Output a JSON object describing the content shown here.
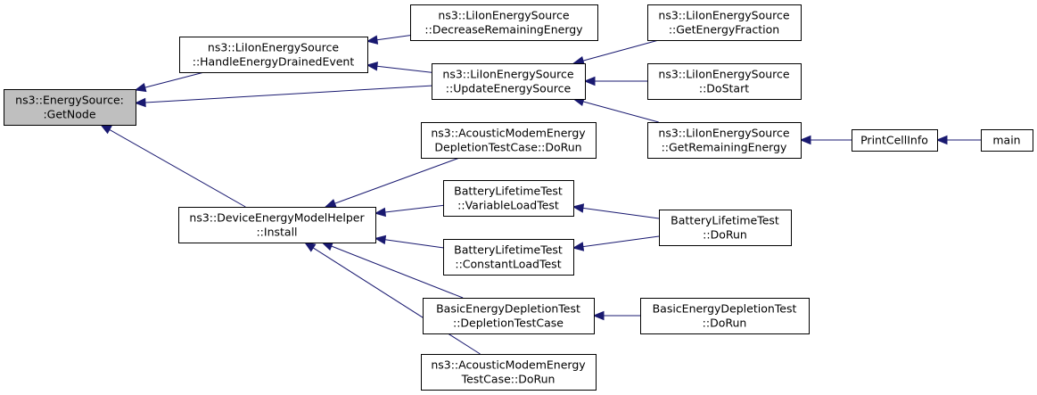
{
  "diagram": {
    "nodes": [
      {
        "id": "getnode",
        "lines": [
          "ns3::EnergySource:",
          ":GetNode"
        ],
        "root": true
      },
      {
        "id": "handle",
        "lines": [
          "ns3::LiIonEnergySource",
          "::HandleEnergyDrainedEvent"
        ]
      },
      {
        "id": "decrease",
        "lines": [
          "ns3::LiIonEnergySource",
          "::DecreaseRemainingEnergy"
        ]
      },
      {
        "id": "update",
        "lines": [
          "ns3::LiIonEnergySource",
          "::UpdateEnergySource"
        ]
      },
      {
        "id": "fraction",
        "lines": [
          "ns3::LiIonEnergySource",
          "::GetEnergyFraction"
        ]
      },
      {
        "id": "dostart",
        "lines": [
          "ns3::LiIonEnergySource",
          "::DoStart"
        ]
      },
      {
        "id": "remaining",
        "lines": [
          "ns3::LiIonEnergySource",
          "::GetRemainingEnergy"
        ]
      },
      {
        "id": "printcell",
        "lines": [
          "PrintCellInfo"
        ]
      },
      {
        "id": "main",
        "lines": [
          "main"
        ]
      },
      {
        "id": "install",
        "lines": [
          "ns3::DeviceEnergyModelHelper",
          "::Install"
        ]
      },
      {
        "id": "acousticdep",
        "lines": [
          "ns3::AcousticModemEnergy",
          "DepletionTestCase::DoRun"
        ]
      },
      {
        "id": "variable",
        "lines": [
          "BatteryLifetimeTest",
          "::VariableLoadTest"
        ]
      },
      {
        "id": "constant",
        "lines": [
          "BatteryLifetimeTest",
          "::ConstantLoadTest"
        ]
      },
      {
        "id": "batterydorun",
        "lines": [
          "BatteryLifetimeTest",
          "::DoRun"
        ]
      },
      {
        "id": "basicdep",
        "lines": [
          "BasicEnergyDepletionTest",
          "::DepletionTestCase"
        ]
      },
      {
        "id": "basicdorun",
        "lines": [
          "BasicEnergyDepletionTest",
          "::DoRun"
        ]
      },
      {
        "id": "acoustictest",
        "lines": [
          "ns3::AcousticModemEnergy",
          "TestCase::DoRun"
        ]
      }
    ],
    "edges": [
      {
        "from": "handle",
        "to": "getnode"
      },
      {
        "from": "update",
        "to": "getnode"
      },
      {
        "from": "install",
        "to": "getnode"
      },
      {
        "from": "decrease",
        "to": "handle"
      },
      {
        "from": "update",
        "to": "handle"
      },
      {
        "from": "fraction",
        "to": "update"
      },
      {
        "from": "dostart",
        "to": "update"
      },
      {
        "from": "remaining",
        "to": "update"
      },
      {
        "from": "printcell",
        "to": "remaining"
      },
      {
        "from": "main",
        "to": "printcell"
      },
      {
        "from": "acousticdep",
        "to": "install"
      },
      {
        "from": "variable",
        "to": "install"
      },
      {
        "from": "constant",
        "to": "install"
      },
      {
        "from": "basicdep",
        "to": "install"
      },
      {
        "from": "acoustictest",
        "to": "install"
      },
      {
        "from": "batterydorun",
        "to": "variable"
      },
      {
        "from": "batterydorun",
        "to": "constant"
      },
      {
        "from": "basicdorun",
        "to": "basicdep"
      }
    ]
  }
}
